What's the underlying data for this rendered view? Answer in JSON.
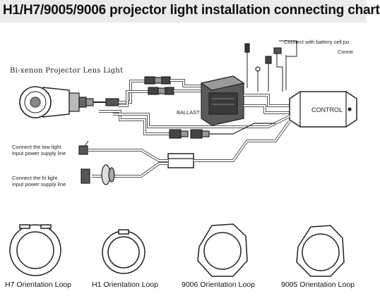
{
  "title": "H1/H7/9005/9006 projector light installation connecting chart",
  "labels": {
    "lens": "Bi-xenon Projector Lens Light",
    "battery": "Connect with battery cell po",
    "connect_cut": "Conne",
    "ballast": "BALLAST",
    "control": "CONTROL",
    "low_line1": "Connect the low light",
    "low_line2": "input power supply line",
    "hi_line1": "Connect  the  hi  light",
    "hi_line2": "input power supply line"
  },
  "loops": [
    {
      "caption": "H7 Orientation Loop"
    },
    {
      "caption": "H1 Orientation Loop"
    },
    {
      "caption": "9006 Orientation Loop"
    },
    {
      "caption": "9005 Orientation Loop"
    }
  ]
}
